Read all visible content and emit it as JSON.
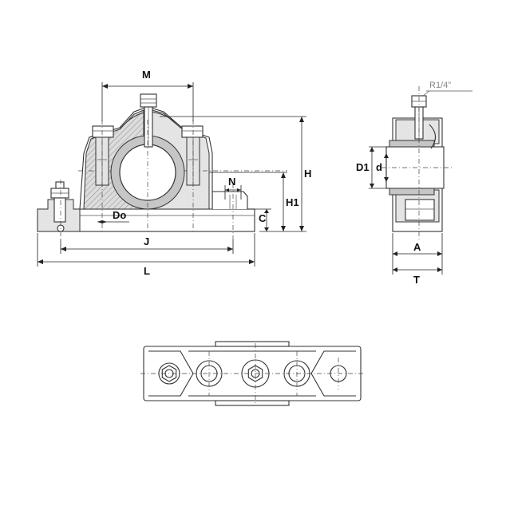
{
  "labels": {
    "M": "M",
    "H": "H",
    "H1": "H1",
    "N": "N",
    "C": "C",
    "Do": "Do",
    "J": "J",
    "L": "L",
    "D1": "D1",
    "d": "d",
    "A": "A",
    "T": "T",
    "grease_fitting": "R1/4\""
  }
}
